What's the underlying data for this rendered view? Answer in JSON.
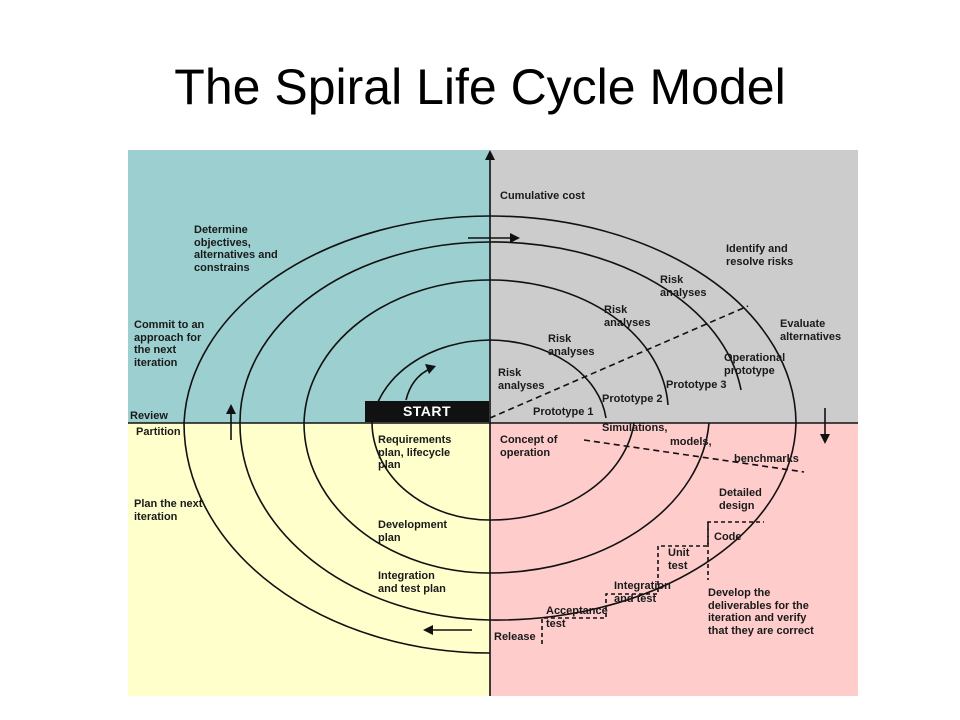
{
  "title": "The Spiral Life Cycle Model",
  "colors": {
    "q_tl": "#9ccfcf",
    "q_tr": "#cccccc",
    "q_bl": "#ffffcc",
    "q_br": "#ffcccc",
    "line": "#111111"
  },
  "labels": {
    "cumulative_cost": "Cumulative cost",
    "determine": "Determine\nobjectives,\nalternatives and\nconstrains",
    "commit": "Commit to an\napproach for\nthe next\niteration",
    "review": "Review",
    "partition": "Partition",
    "plan_next": "Plan the next\niteration",
    "identify": "Identify and\nresolve risks",
    "risk_analyses_1": "Risk\nanalyses",
    "risk_analyses_2": "Risk\nanalyses",
    "risk_analyses_3": "Risk\nanalyses",
    "risk_analyses_4": "Risk\nanalyses",
    "evaluate": "Evaluate\nalternatives",
    "operational_prototype": "Operational\nprototype",
    "prototype_3": "Prototype 3",
    "prototype_2": "Prototype 2",
    "prototype_1": "Prototype 1",
    "start": "START",
    "requirements": "Requirements\nplan, lifecycle\nplan",
    "concept": "Concept of\noperation",
    "simulations": "Simulations,",
    "models": "models,",
    "benchmarks": "benchmarks",
    "detailed_design": "Detailed\ndesign",
    "code": "Code",
    "unit_test": "Unit\ntest",
    "development_plan": "Development\nplan",
    "integration_test_plan": "Integration\nand test plan",
    "integration_test": "Integration\nand test",
    "acceptance_test": "Acceptance\ntest",
    "release": "Release",
    "develop": "Develop the\ndeliverables for the\niteration and verify\nthat they are correct"
  }
}
